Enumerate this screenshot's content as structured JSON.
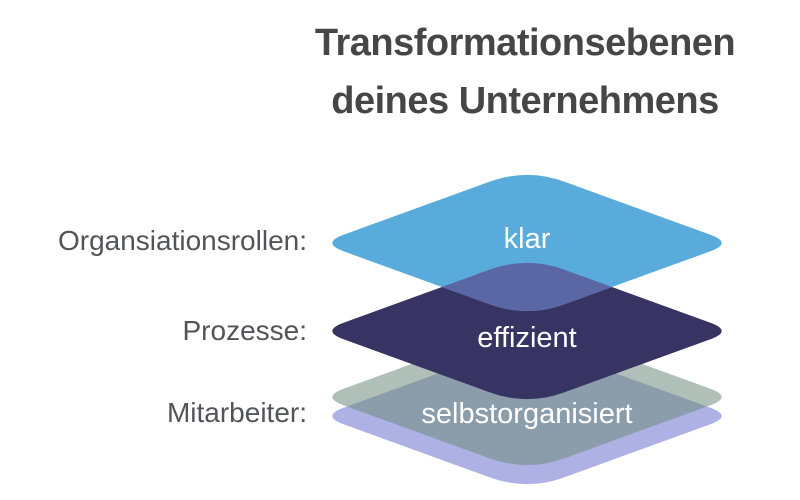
{
  "title": {
    "line1": "Transformationsebenen",
    "line2": "deines Unternehmens"
  },
  "layers": [
    {
      "label": "Organsiationsrollen:",
      "value": "klar"
    },
    {
      "label": "Prozesse:",
      "value": "effizient"
    },
    {
      "label": "Mitarbeiter:",
      "value": "selbstorganisiert"
    }
  ],
  "colors": {
    "background": "#ffffff",
    "title_text": "#464646",
    "label_text": "#53545a",
    "diamond_text": "#ffffff",
    "blue_top": "#58abda",
    "blue_bottom": "#6f89cd",
    "navy_top": "#373363",
    "navy_bottom": "#2a2346",
    "overlap_top": "#5b66a5",
    "overlap_bottom": "#535791",
    "shadow_sage": "#6f8a7d",
    "lavender_top": "#adb1e3",
    "lavender_bottom": "#9da1d2"
  }
}
